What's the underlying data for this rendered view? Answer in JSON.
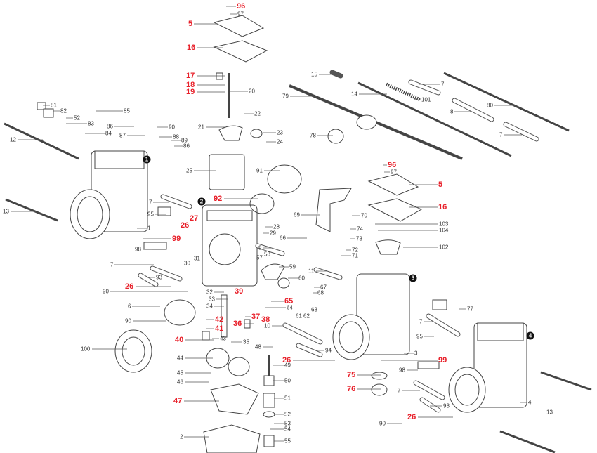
{
  "accent_color": "#e8202a",
  "assembly_markers": [
    "1",
    "2",
    "3",
    "4"
  ],
  "labels": [
    {
      "n": "96",
      "red": true
    },
    {
      "n": "97",
      "red": false
    },
    {
      "n": "5",
      "red": true
    },
    {
      "n": "16",
      "red": true
    },
    {
      "n": "17",
      "red": true
    },
    {
      "n": "18",
      "red": true
    },
    {
      "n": "19",
      "red": true
    },
    {
      "n": "20",
      "red": false
    },
    {
      "n": "22",
      "red": false
    },
    {
      "n": "21",
      "red": false
    },
    {
      "n": "23",
      "red": false
    },
    {
      "n": "24",
      "red": false
    },
    {
      "n": "25",
      "red": false
    },
    {
      "n": "91",
      "red": false
    },
    {
      "n": "92",
      "red": true
    },
    {
      "n": "81",
      "red": false
    },
    {
      "n": "82",
      "red": false
    },
    {
      "n": "52",
      "red": false
    },
    {
      "n": "83",
      "red": false
    },
    {
      "n": "85",
      "red": false
    },
    {
      "n": "84",
      "red": false
    },
    {
      "n": "86",
      "red": false
    },
    {
      "n": "87",
      "red": false
    },
    {
      "n": "90",
      "red": false
    },
    {
      "n": "88",
      "red": false
    },
    {
      "n": "89",
      "red": false
    },
    {
      "n": "86",
      "red": false
    },
    {
      "n": "12",
      "red": false
    },
    {
      "n": "13",
      "red": false
    },
    {
      "n": "7",
      "red": false
    },
    {
      "n": "95",
      "red": false
    },
    {
      "n": "1",
      "red": false
    },
    {
      "n": "99",
      "red": true
    },
    {
      "n": "98",
      "red": false
    },
    {
      "n": "26",
      "red": true
    },
    {
      "n": "27",
      "red": true
    },
    {
      "n": "30",
      "red": false
    },
    {
      "n": "31",
      "red": false
    },
    {
      "n": "7",
      "red": false
    },
    {
      "n": "93",
      "red": false
    },
    {
      "n": "26",
      "red": true
    },
    {
      "n": "90",
      "red": false
    },
    {
      "n": "6",
      "red": false
    },
    {
      "n": "90",
      "red": false
    },
    {
      "n": "100",
      "red": false
    },
    {
      "n": "28",
      "red": false
    },
    {
      "n": "29",
      "red": false
    },
    {
      "n": "66",
      "red": false
    },
    {
      "n": "9",
      "red": false
    },
    {
      "n": "57",
      "red": false
    },
    {
      "n": "58",
      "red": false
    },
    {
      "n": "59",
      "red": false
    },
    {
      "n": "60",
      "red": false
    },
    {
      "n": "67",
      "red": false
    },
    {
      "n": "68",
      "red": false
    },
    {
      "n": "61",
      "red": false
    },
    {
      "n": "62",
      "red": false
    },
    {
      "n": "63",
      "red": false
    },
    {
      "n": "65",
      "red": true
    },
    {
      "n": "64",
      "red": false
    },
    {
      "n": "39",
      "red": true
    },
    {
      "n": "32",
      "red": false
    },
    {
      "n": "33",
      "red": false
    },
    {
      "n": "34",
      "red": false
    },
    {
      "n": "42",
      "red": true
    },
    {
      "n": "41",
      "red": true
    },
    {
      "n": "37",
      "red": true
    },
    {
      "n": "38",
      "red": true
    },
    {
      "n": "36",
      "red": true
    },
    {
      "n": "40",
      "red": true
    },
    {
      "n": "43",
      "red": false
    },
    {
      "n": "35",
      "red": false
    },
    {
      "n": "10",
      "red": false
    },
    {
      "n": "48",
      "red": false
    },
    {
      "n": "94",
      "red": false
    },
    {
      "n": "26",
      "red": true
    },
    {
      "n": "49",
      "red": false
    },
    {
      "n": "44",
      "red": false
    },
    {
      "n": "45",
      "red": false
    },
    {
      "n": "46",
      "red": false
    },
    {
      "n": "50",
      "red": false
    },
    {
      "n": "47",
      "red": true
    },
    {
      "n": "51",
      "red": false
    },
    {
      "n": "52",
      "red": false
    },
    {
      "n": "53",
      "red": false
    },
    {
      "n": "54",
      "red": false
    },
    {
      "n": "55",
      "red": false
    },
    {
      "n": "2",
      "red": false
    },
    {
      "n": "15",
      "red": false
    },
    {
      "n": "79",
      "red": false
    },
    {
      "n": "14",
      "red": false
    },
    {
      "n": "101",
      "red": false
    },
    {
      "n": "7",
      "red": false
    },
    {
      "n": "8",
      "red": false
    },
    {
      "n": "80",
      "red": false
    },
    {
      "n": "7",
      "red": false
    },
    {
      "n": "78",
      "red": false
    },
    {
      "n": "96",
      "red": true
    },
    {
      "n": "97",
      "red": false
    },
    {
      "n": "5",
      "red": true
    },
    {
      "n": "16",
      "red": true
    },
    {
      "n": "69",
      "red": false
    },
    {
      "n": "70",
      "red": false
    },
    {
      "n": "74",
      "red": false
    },
    {
      "n": "73",
      "red": false
    },
    {
      "n": "72",
      "red": false
    },
    {
      "n": "71",
      "red": false
    },
    {
      "n": "103",
      "red": false
    },
    {
      "n": "104",
      "red": false
    },
    {
      "n": "102",
      "red": false
    },
    {
      "n": "11",
      "red": false
    },
    {
      "n": "77",
      "red": false
    },
    {
      "n": "7",
      "red": false
    },
    {
      "n": "95",
      "red": false
    },
    {
      "n": "3",
      "red": false
    },
    {
      "n": "99",
      "red": true
    },
    {
      "n": "98",
      "red": false
    },
    {
      "n": "75",
      "red": true
    },
    {
      "n": "76",
      "red": true
    },
    {
      "n": "7",
      "red": false
    },
    {
      "n": "93",
      "red": false
    },
    {
      "n": "26",
      "red": true
    },
    {
      "n": "90",
      "red": false
    },
    {
      "n": "4",
      "red": false
    },
    {
      "n": "13",
      "red": false
    }
  ]
}
